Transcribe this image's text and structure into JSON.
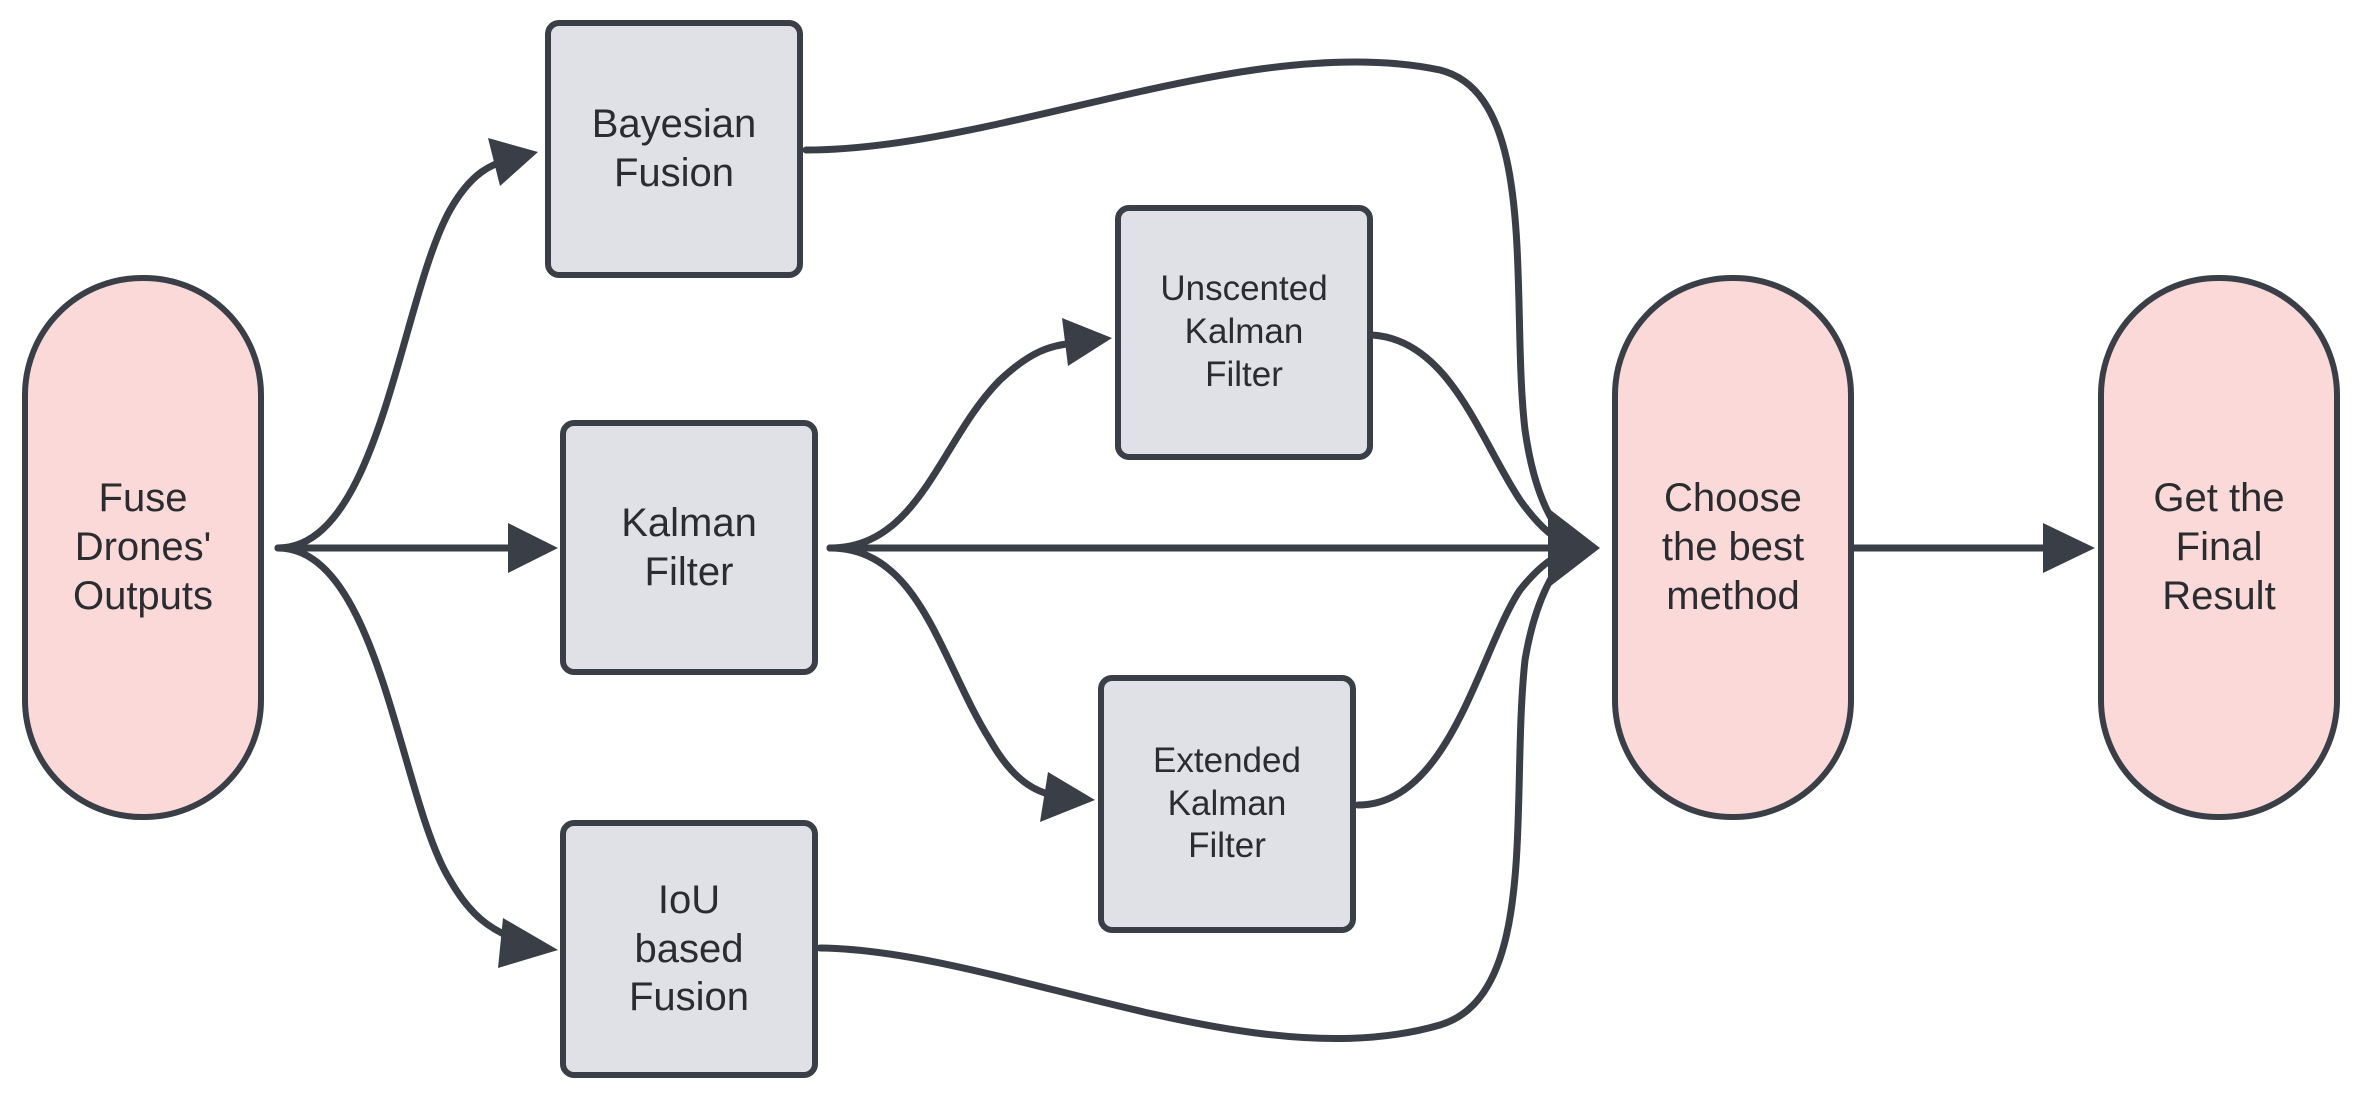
{
  "diagram": {
    "nodes": {
      "fuse": {
        "label": "Fuse\nDrones'\nOutputs",
        "shape": "terminal"
      },
      "bayesian": {
        "label": "Bayesian\nFusion",
        "shape": "process"
      },
      "kalman": {
        "label": "Kalman\nFilter",
        "shape": "process"
      },
      "iou": {
        "label": "IoU\nbased\nFusion",
        "shape": "process"
      },
      "unscented": {
        "label": "Unscented\nKalman\nFilter",
        "shape": "process"
      },
      "extended": {
        "label": "Extended\nKalman\nFilter",
        "shape": "process"
      },
      "choose": {
        "label": "Choose\nthe best\nmethod",
        "shape": "terminal"
      },
      "final": {
        "label": "Get the\nFinal\nResult",
        "shape": "terminal"
      }
    },
    "edges": [
      {
        "from": "fuse",
        "to": "bayesian"
      },
      {
        "from": "fuse",
        "to": "kalman"
      },
      {
        "from": "fuse",
        "to": "iou"
      },
      {
        "from": "kalman",
        "to": "unscented"
      },
      {
        "from": "kalman",
        "to": "choose"
      },
      {
        "from": "kalman",
        "to": "extended"
      },
      {
        "from": "bayesian",
        "to": "choose"
      },
      {
        "from": "unscented",
        "to": "choose"
      },
      {
        "from": "extended",
        "to": "choose"
      },
      {
        "from": "iou",
        "to": "choose"
      },
      {
        "from": "choose",
        "to": "final"
      }
    ],
    "colors": {
      "terminal_fill": "#fbd9d9",
      "process_fill": "#dfe1e6",
      "stroke": "#3a3f47",
      "text": "#2a2c30"
    }
  }
}
